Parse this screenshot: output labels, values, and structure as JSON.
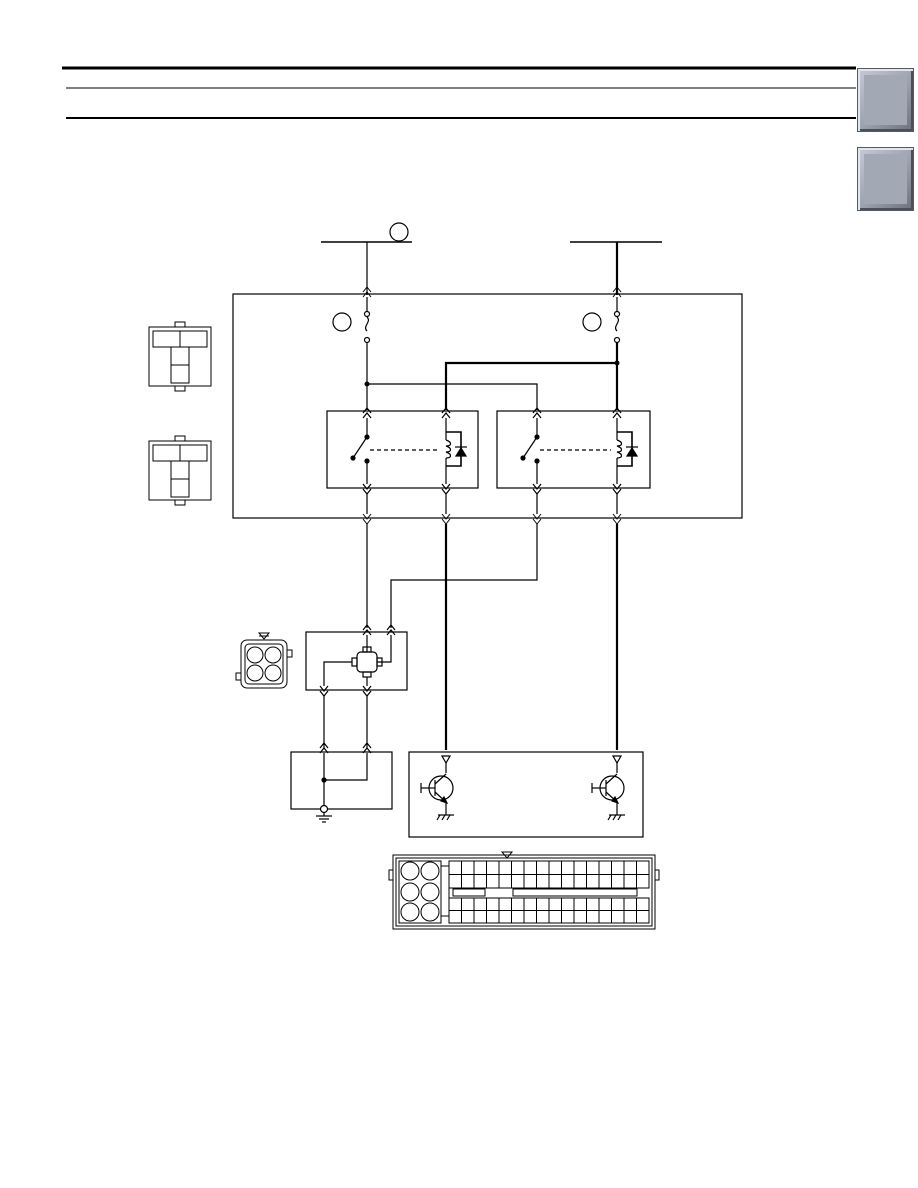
{
  "page": {
    "side_tabs": [
      {
        "icon": "gray-bevel-tab-icon"
      },
      {
        "icon": "gray-bevel-tab-icon"
      }
    ]
  },
  "diagram": {
    "kind": "wiring-schematic",
    "elements": [
      "power-bus-left",
      "power-bus-right",
      "relay-box",
      "fuse-left",
      "fuse-right",
      "relay-left",
      "relay-right",
      "connector-pinout-top",
      "connector-pinout-middle",
      "motor-connector-pinout",
      "motor-component",
      "ground-component",
      "ecu-component",
      "ecu-connector-pinout"
    ]
  },
  "colors": {
    "line": "#000000",
    "tab_gradient_light": "#c6cbd6",
    "tab_gradient_dark": "#6b707c"
  }
}
